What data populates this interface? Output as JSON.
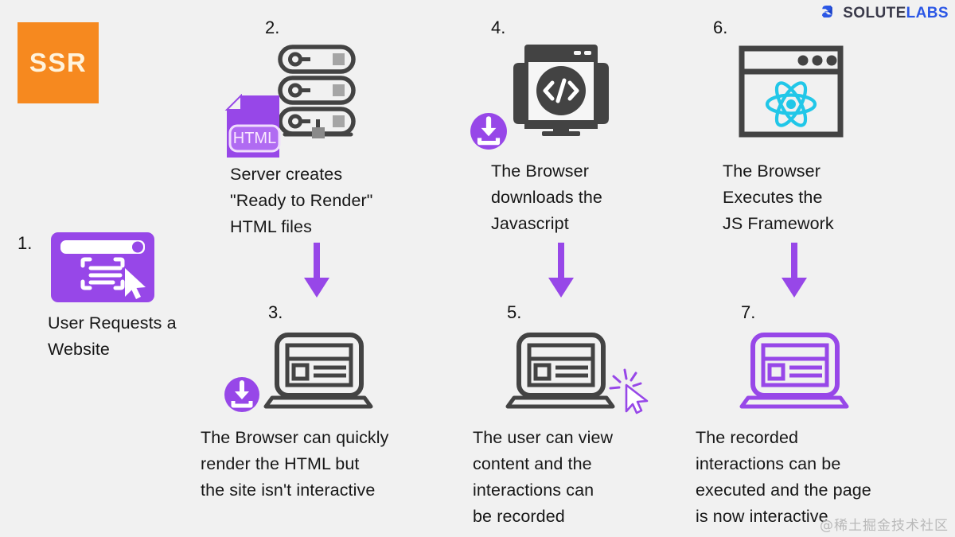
{
  "brand": {
    "name_part1": "SOLUTE",
    "name_part2": "LABS",
    "mark": "solutelabs-s-mark-icon",
    "color_dark": "#3A3A4A",
    "color_blue": "#2B57E6"
  },
  "badge": {
    "label": "SSR",
    "background": "#F6891F",
    "text_color": "#FFF3DC"
  },
  "theme": {
    "background": "#F1F1F1",
    "purple": "#9747E8",
    "purple_light": "#B06BF2",
    "dark_gray": "#434343",
    "react_cyan": "#21C7E8",
    "text": "#171717"
  },
  "steps": [
    {
      "number": "1.",
      "caption": "User Requests a\nWebsite",
      "icon": "browser-window-filled-cursor-icon"
    },
    {
      "number": "2.",
      "caption": "Server creates\n\"Ready to Render\"\nHTML files",
      "icon": "server-rack-icon",
      "secondary_icon": "html-file-icon",
      "file_label": "HTML"
    },
    {
      "number": "3.",
      "caption": "The Browser can quickly\nrender the HTML but\nthe site isn't interactive",
      "icon": "laptop-outline-icon",
      "secondary_icon": "download-badge-icon"
    },
    {
      "number": "4.",
      "caption": "The Browser\ndownloads the\nJavascript",
      "icon": "monitor-code-icon",
      "secondary_icon": "download-badge-icon"
    },
    {
      "number": "5.",
      "caption": "The user can view\ncontent and the\ninteractions can\nbe recorded",
      "icon": "laptop-outline-icon",
      "secondary_icon": "click-cursor-spark-icon"
    },
    {
      "number": "6.",
      "caption": "The Browser\nExecutes the\nJS Framework",
      "icon": "browser-react-icon"
    },
    {
      "number": "7.",
      "caption": "The recorded\ninteractions can be\nexecuted and the page\nis now interactive",
      "icon": "laptop-outline-purple-icon"
    }
  ],
  "arrows": [
    {
      "name": "arrow-step2-to-step3",
      "direction": "down"
    },
    {
      "name": "arrow-step4-to-step5",
      "direction": "down"
    },
    {
      "name": "arrow-step6-to-step7",
      "direction": "down"
    }
  ],
  "watermark": {
    "text": "@稀土掘金技术社区"
  }
}
